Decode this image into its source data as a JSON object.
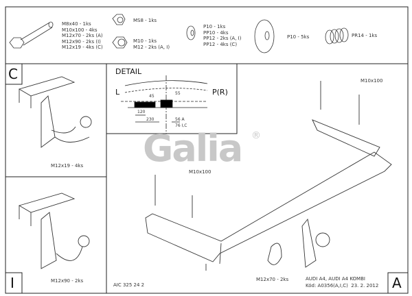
{
  "parts": {
    "bolts": [
      "M8x40 - 1ks",
      "M10x100 - 4ks",
      "M12x70 - 2ks (A)",
      "M12x90 - 2ks (I)",
      "M12x19 - 4ks (C)"
    ],
    "nut_ms8": "MS8 - 1ks",
    "nuts": [
      "M10 - 1ks",
      "M12 - 2ks (A, I)"
    ],
    "washers": [
      "P10 - 1ks",
      "PP10 - 4ks",
      "PP12 - 2ks (A, I)",
      "PP12 - 4ks (C)"
    ],
    "large_washer": "P10 - 5ks",
    "spring": "PR14 - 1ks"
  },
  "panels": {
    "c": "C",
    "i": "I",
    "a": "A"
  },
  "detail": {
    "title": "DETAIL",
    "left": "L",
    "right": "P(R)",
    "dims": [
      "45",
      "55",
      "120",
      "230",
      "56 A",
      "76 I,C"
    ]
  },
  "labels": {
    "c_bolt": "M12x19 - 4ks",
    "i_bolt": "M12x90 - 2ks",
    "a_bolt": "M12x70 - 2ks",
    "m10_top": "M10x100",
    "m10_mid": "M10x100"
  },
  "logo": {
    "text": "Galia",
    "mark": "®"
  },
  "footer": {
    "code": "AIC 325 24 2",
    "vehicle": "AUDI A4, AUDI A4 KOMBI",
    "kod": "Kód: A0356(A,I,C)  23. 2. 2012"
  }
}
